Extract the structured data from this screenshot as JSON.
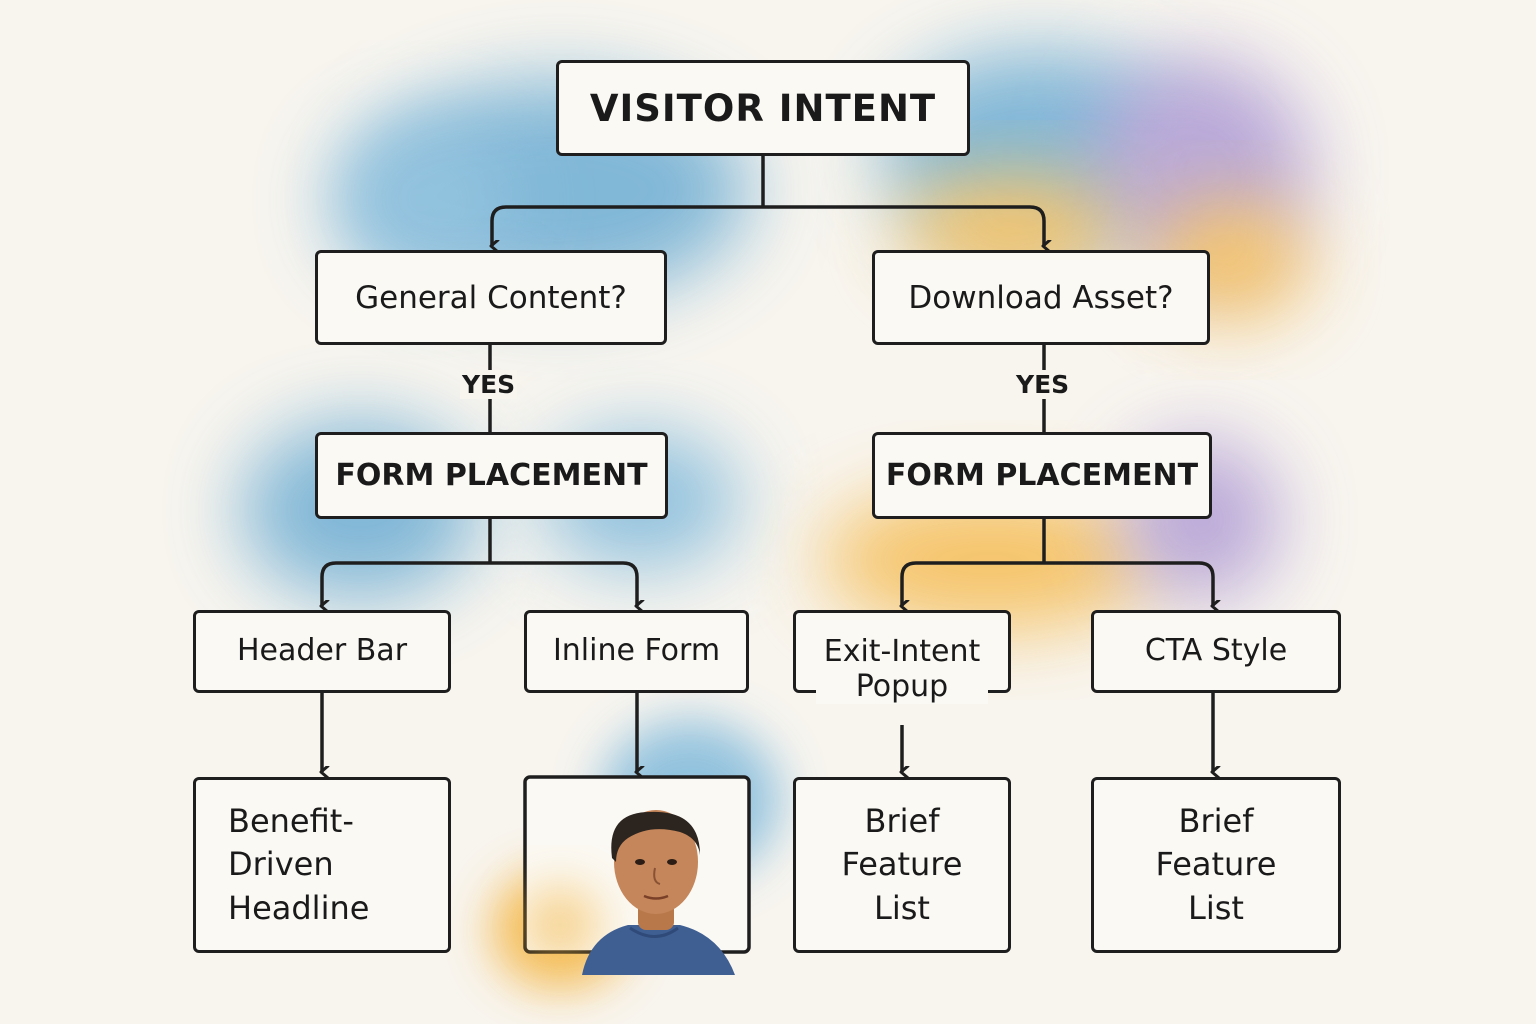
{
  "diagram": {
    "root": "VISITOR INTENT",
    "left": {
      "question": "General Content?",
      "edge_label": "YES",
      "placement": "FORM PLACEMENT",
      "options": [
        "Header Bar",
        "Inline Form"
      ],
      "outcomes": [
        "Benefit-\nDriven\nHeadline"
      ]
    },
    "right": {
      "question": "Download Asset?",
      "edge_label": "YES",
      "placement": "FORM PLACEMENT",
      "options": [
        "Exit-Intent\nPopup",
        "CTA Style"
      ],
      "outcomes": [
        "Brief\nFeature\nList",
        "Brief\nFeature\nList"
      ]
    }
  },
  "colors": {
    "line": "#1e1e1e",
    "watercolor_blue": "#5aa3cf",
    "watercolor_purple": "#a58fd0",
    "watercolor_orange": "#f4b43c"
  },
  "icons": [
    "person-portrait-icon"
  ]
}
